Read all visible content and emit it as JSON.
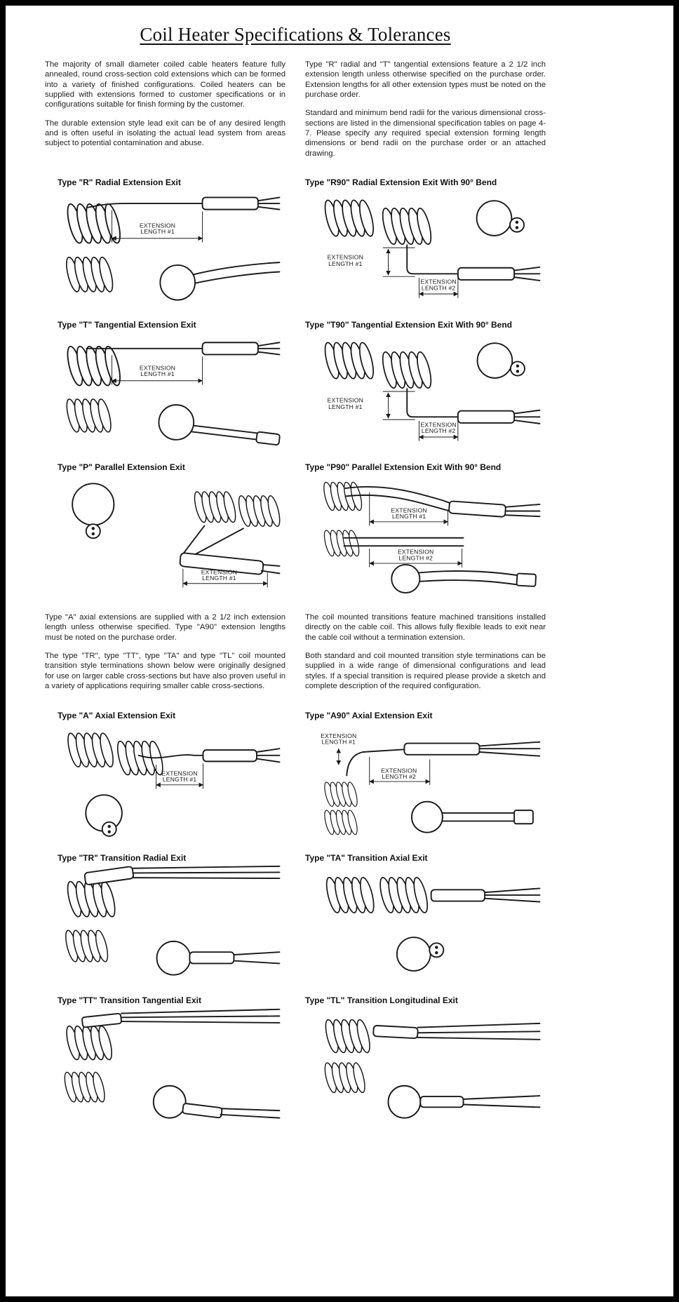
{
  "page": {
    "title": "Coil Heater Specifications & Tolerances"
  },
  "intro": {
    "left": [
      "The majority of small diameter coiled cable heaters feature fully annealed, round cross-section cold extensions which can be formed into a variety of finished configurations. Coiled heaters can be supplied with extensions formed to customer specifications or in configurations suitable for finish forming by the customer.",
      "The durable extension style lead exit can be of any desired length and is often useful in isolating the actual lead system from areas subject to potential contamination and abuse."
    ],
    "right": [
      "Type \"R\" radial and \"T\" tangential extensions feature a 2 1/2 inch extension length unless otherwise specified on the purchase order. Extension lengths for all other extension types must be noted on the purchase order.",
      "Standard and minimum bend radii for the various dimensional cross-sections are listed in the dimensional specification tables on page 4-7. Please specify any required special extension forming length dimensions or bend radii on the purchase order or an attached drawing."
    ]
  },
  "mid": {
    "left": [
      "Type \"A\" axial extensions are supplied with a 2 1/2 inch extension length unless otherwise specified. Type \"A90\" extension lengths must be noted on the purchase order.",
      "The type \"TR\", type \"TT\", type \"TA\" and type \"TL\" coil mounted transition style terminations shown below were originally designed for use on larger cable cross-sections but have also proven useful in a variety of applications requiring smaller cable cross-sections."
    ],
    "right": [
      "The coil mounted transitions feature machined transitions installed directly on the cable coil. This allows fully flexible leads to exit near the cable coil without a termination extension.",
      "Both standard and coil mounted transition style terminations can be supplied in a wide range of dimensional configurations and lead styles. If a special transition is required please provide a sketch and complete description of the required configuration."
    ]
  },
  "sections": {
    "r": "Type \"R\" Radial Extension Exit",
    "r90": "Type \"R90\" Radial Extension Exit With 90° Bend",
    "t": "Type \"T\" Tangential Extension Exit",
    "t90": "Type \"T90\" Tangential Extension Exit With 90° Bend",
    "p": "Type \"P\" Parallel Extension Exit",
    "p90": "Type \"P90\" Parallel Extension Exit With 90° Bend",
    "a": "Type \"A\" Axial Extension Exit",
    "a90": "Type \"A90\" Axial Extension Exit",
    "tr": "Type \"TR\" Transition Radial Exit",
    "ta": "Type \"TA\" Transition Axial Exit",
    "tt": "Type \"TT\" Transition Tangential Exit",
    "tl": "Type \"TL\" Transition Longitudinal Exit"
  },
  "labels": {
    "extension": "EXTENSION",
    "length1": "LENGTH #1",
    "length2": "LENGTH #2"
  }
}
